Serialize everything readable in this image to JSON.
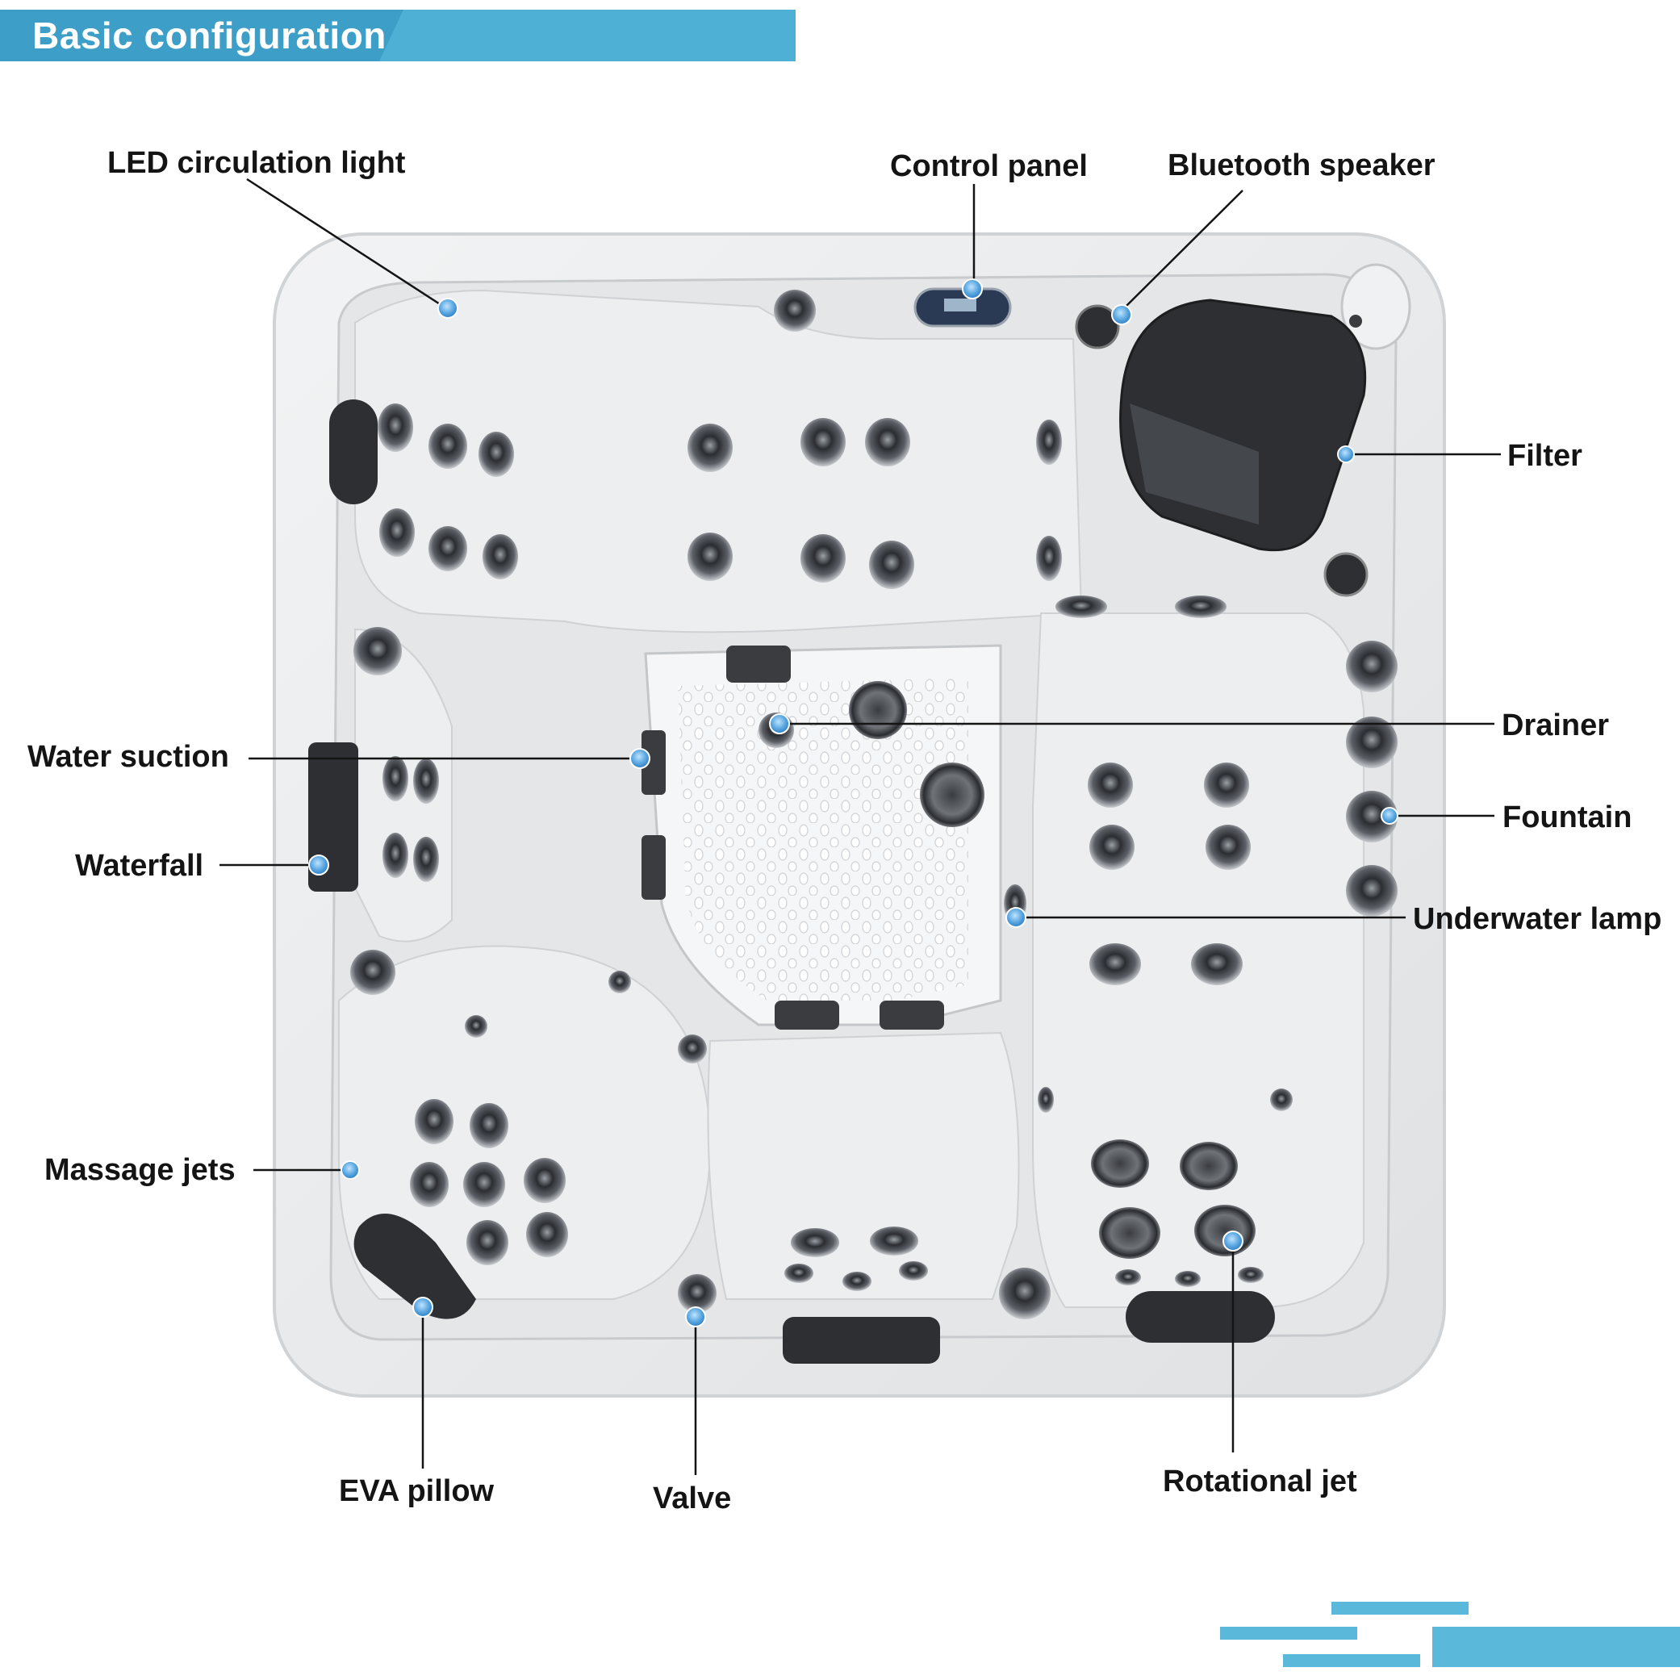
{
  "header": {
    "title": "Basic configuration"
  },
  "colors": {
    "accent": "#5ab8db",
    "marker": "#5aa7e0",
    "text": "#141414",
    "shell": "#e9ebec",
    "fixture": "#2d2f33"
  },
  "labels": {
    "led_circulation_light": "LED circulation light",
    "control_panel": "Control panel",
    "bluetooth_speaker": "Bluetooth speaker",
    "filter": "Filter",
    "drainer": "Drainer",
    "water_suction": "Water suction",
    "fountain": "Fountain",
    "waterfall": "Waterfall",
    "underwater_lamp": "Underwater lamp",
    "massage_jets": "Massage jets",
    "eva_pillow": "EVA pillow",
    "valve": "Valve",
    "rotational_jet": "Rotational jet"
  }
}
